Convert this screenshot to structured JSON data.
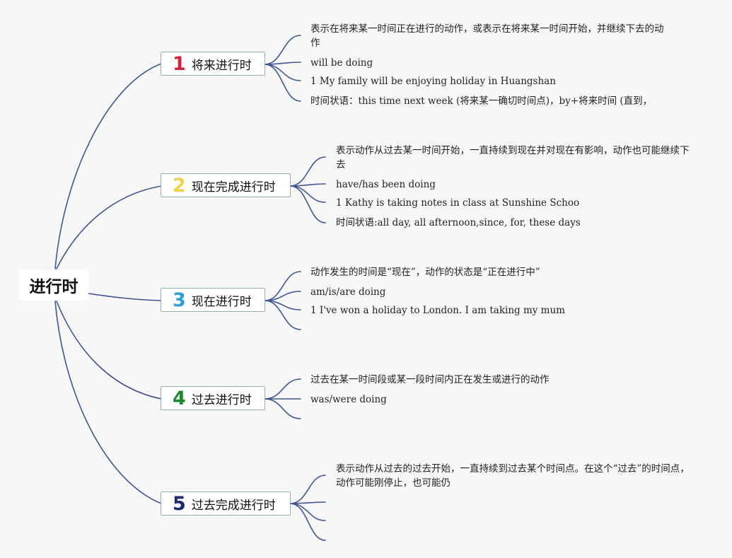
{
  "root": {
    "label": "进行时"
  },
  "branches": [
    {
      "number": "1",
      "label": "将来进行时",
      "color": "#d9213b",
      "items": [
        "表示在将来某一时间正在进行的动作，或表示在将来某一时间开始，并继续下去的动作",
        "will be doing",
        "1 My family will be enjoying holiday in Huangshan",
        "时间状语：this time next week (将来某一确切时间点)，by+将来时间 (直到，"
      ]
    },
    {
      "number": "2",
      "label": "现在完成进行时",
      "color": "#f2d24a",
      "items": [
        "表示动作从过去某一时间开始，一直持续到现在并对现在有影响，动作也可能继续下去",
        "have/has been doing",
        "1 Kathy is taking notes in class at Sunshine Schoo",
        "时间状语:all day, all afternoon,since, for, these days"
      ]
    },
    {
      "number": "3",
      "label": "现在进行时",
      "color": "#2a9fd6",
      "items": [
        "动作发生的时间是“现在”，动作的状态是“正在进行中”",
        "am/is/are doing",
        "1 I've won a holiday to London. I am taking my mum",
        ""
      ]
    },
    {
      "number": "4",
      "label": "过去进行时",
      "color": "#1e8a2e",
      "items": [
        "过去在某一时间段或某一段时间内正在发生或进行的动作",
        "was/were doing",
        ""
      ]
    },
    {
      "number": "5",
      "label": "过去完成进行时",
      "color": "#1b2a6b",
      "items": [
        "表示动作从过去的过去开始，一直持续到过去某个时间点。在这个“过去”的时间点，动作可能刚停止，也可能仍",
        "",
        "",
        ""
      ]
    }
  ]
}
